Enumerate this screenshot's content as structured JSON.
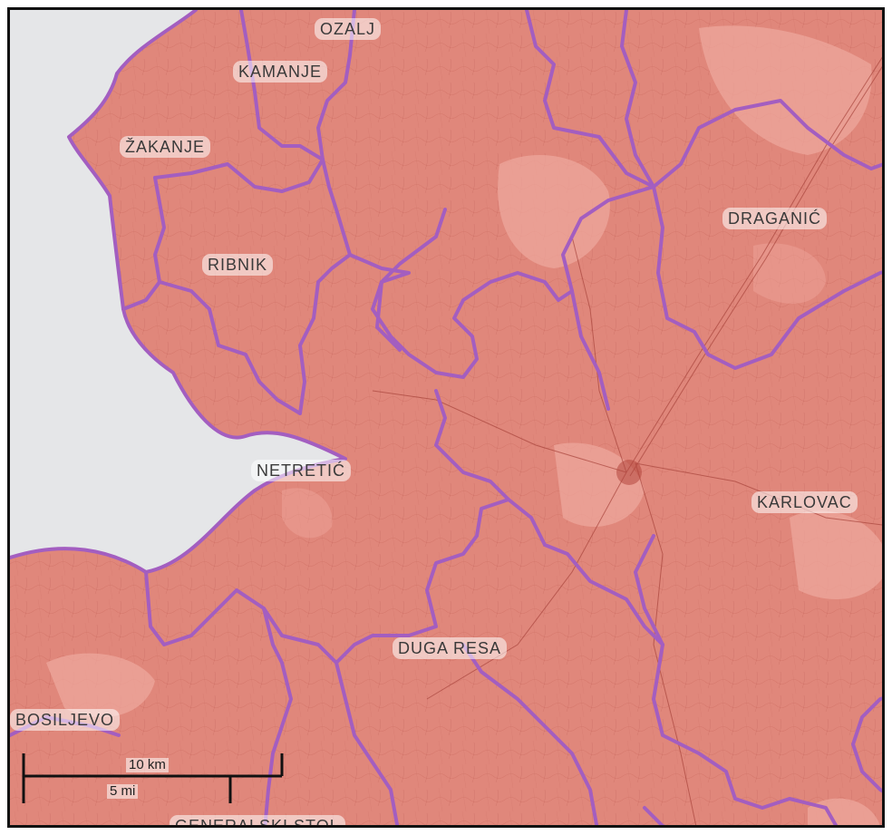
{
  "map": {
    "colors": {
      "sea": "#e5e6e8",
      "land": "#e0877b",
      "land_light": "#eea79c",
      "boundary": "#a35ec0",
      "frame": "#111111"
    },
    "places": [
      {
        "id": "ozalj",
        "name": "OZALJ"
      },
      {
        "id": "kamanje",
        "name": "KAMANJE"
      },
      {
        "id": "zakanje",
        "name": "ŽAKANJE"
      },
      {
        "id": "ribnik",
        "name": "RIBNIK"
      },
      {
        "id": "draganic",
        "name": "DRAGANIĆ"
      },
      {
        "id": "netretic",
        "name": "NETRETIĆ"
      },
      {
        "id": "karlovac",
        "name": "KARLOVAC"
      },
      {
        "id": "duga-resa",
        "name": "DUGA RESA"
      },
      {
        "id": "bosiljevo",
        "name": "BOSILJEVO"
      },
      {
        "id": "generalski-stol",
        "name": "GENERALSKI STOL"
      }
    ],
    "scale_bar": {
      "km_label": "10 km",
      "mi_label": "5 mi"
    }
  }
}
